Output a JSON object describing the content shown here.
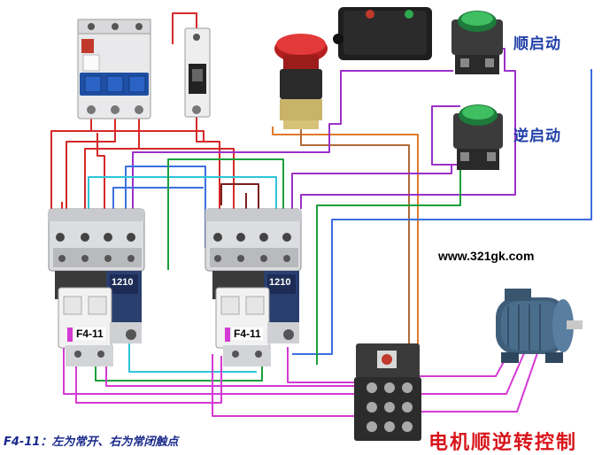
{
  "labels": {
    "forward_start": "顺启动",
    "reverse_start": "逆启动",
    "website": "www.321gk.com",
    "contact_note": "F4-11：左为常开、右为常闭触点",
    "title": "电机顺逆转控制",
    "contactor_1_model": "1210",
    "contactor_2_model": "1210",
    "aux_block_1": "F4-11",
    "aux_block_2": "F4-11"
  },
  "colors": {
    "red_wire": "#d62828",
    "purple_wire": "#9b30c8",
    "magenta_wire": "#d43ad4",
    "blue_wire": "#3b6fe0",
    "cyan_wire": "#2ec4d8",
    "green_wire": "#1aa03a",
    "dark_red_wire": "#7a1f1f",
    "orange_wire": "#e07a2a",
    "title_red": "#d8161c",
    "label_blue": "#1f3fa8"
  }
}
